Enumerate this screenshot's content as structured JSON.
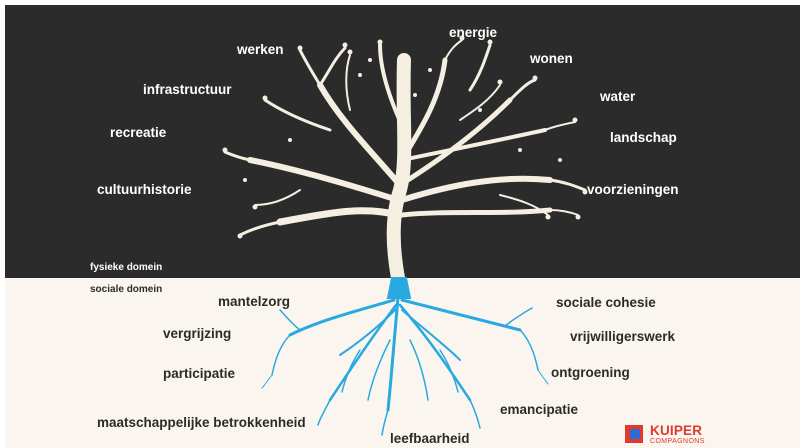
{
  "physical_domain": {
    "heading": "fysieke domein",
    "labels": [
      "werken",
      "energie",
      "wonen",
      "infrastructuur",
      "water",
      "recreatie",
      "landschap",
      "cultuurhistorie",
      "voorzieningen"
    ]
  },
  "social_domain": {
    "heading": "sociale domein",
    "labels": [
      "mantelzorg",
      "sociale cohesie",
      "vergrijzing",
      "vrijwilligerswerk",
      "participatie",
      "ontgroening",
      "emancipatie",
      "maatschappelijke betrokkenheid",
      "leefbaarheid"
    ]
  },
  "logo": {
    "title": "KUIPER",
    "subtitle": "COMPAGNONS"
  },
  "colors": {
    "top_background": "#2b2b2b",
    "bottom_background": "#faf6ef",
    "tree": "#f5efe2",
    "roots": "#29a9df",
    "brand": "#e03a2f"
  }
}
